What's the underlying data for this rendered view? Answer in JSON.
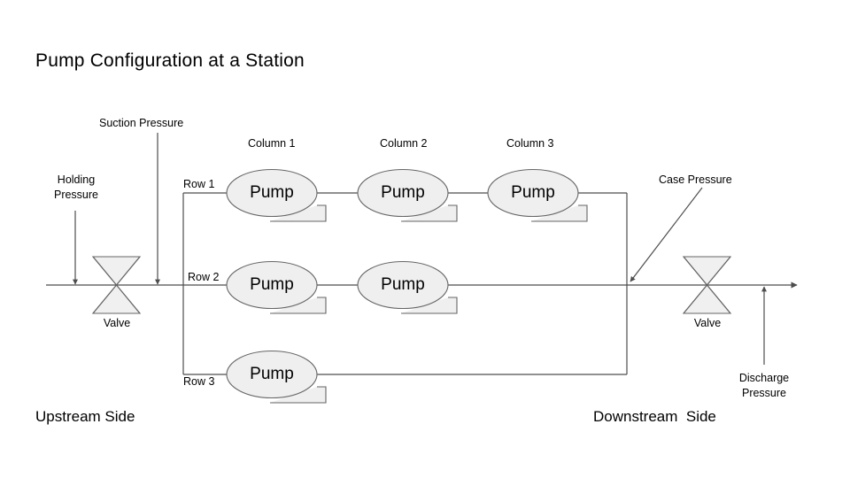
{
  "title": "Pump Configuration at a Station",
  "colors": {
    "stroke": "#4d4d4d",
    "pump_fill": "#efefef",
    "pump_stroke": "#666666",
    "valve_fill": "#f0f0f0",
    "valve_stroke": "#666666",
    "text": "#000000",
    "background": "#ffffff"
  },
  "annotations": {
    "suction_pressure": "Suction Pressure",
    "holding_pressure_line1": "Holding",
    "holding_pressure_line2": "Pressure",
    "case_pressure": "Case Pressure",
    "discharge_pressure_line1": "Discharge",
    "discharge_pressure_line2": "Pressure"
  },
  "columns": [
    {
      "label": "Column 1"
    },
    {
      "label": "Column 2"
    },
    {
      "label": "Column 3"
    }
  ],
  "rows": [
    {
      "label": "Row 1",
      "pump_count": 3
    },
    {
      "label": "Row 2",
      "pump_count": 2
    },
    {
      "label": "Row 3",
      "pump_count": 1
    }
  ],
  "pumps": [
    {
      "id": "pump-r1c1",
      "label": "Pump",
      "row": "Row 1",
      "column": "Column 1"
    },
    {
      "id": "pump-r1c2",
      "label": "Pump",
      "row": "Row 1",
      "column": "Column 2"
    },
    {
      "id": "pump-r1c3",
      "label": "Pump",
      "row": "Row 1",
      "column": "Column 3"
    },
    {
      "id": "pump-r2c1",
      "label": "Pump",
      "row": "Row 2",
      "column": "Column 1"
    },
    {
      "id": "pump-r2c2",
      "label": "Pump",
      "row": "Row 2",
      "column": "Column 2"
    },
    {
      "id": "pump-r3c1",
      "label": "Pump",
      "row": "Row 3",
      "column": "Column 1"
    }
  ],
  "valves": [
    {
      "id": "valve-upstream",
      "label": "Valve"
    },
    {
      "id": "valve-downstream",
      "label": "Valve"
    }
  ],
  "sides": {
    "upstream": "Upstream Side",
    "downstream": "Downstream  Side"
  }
}
